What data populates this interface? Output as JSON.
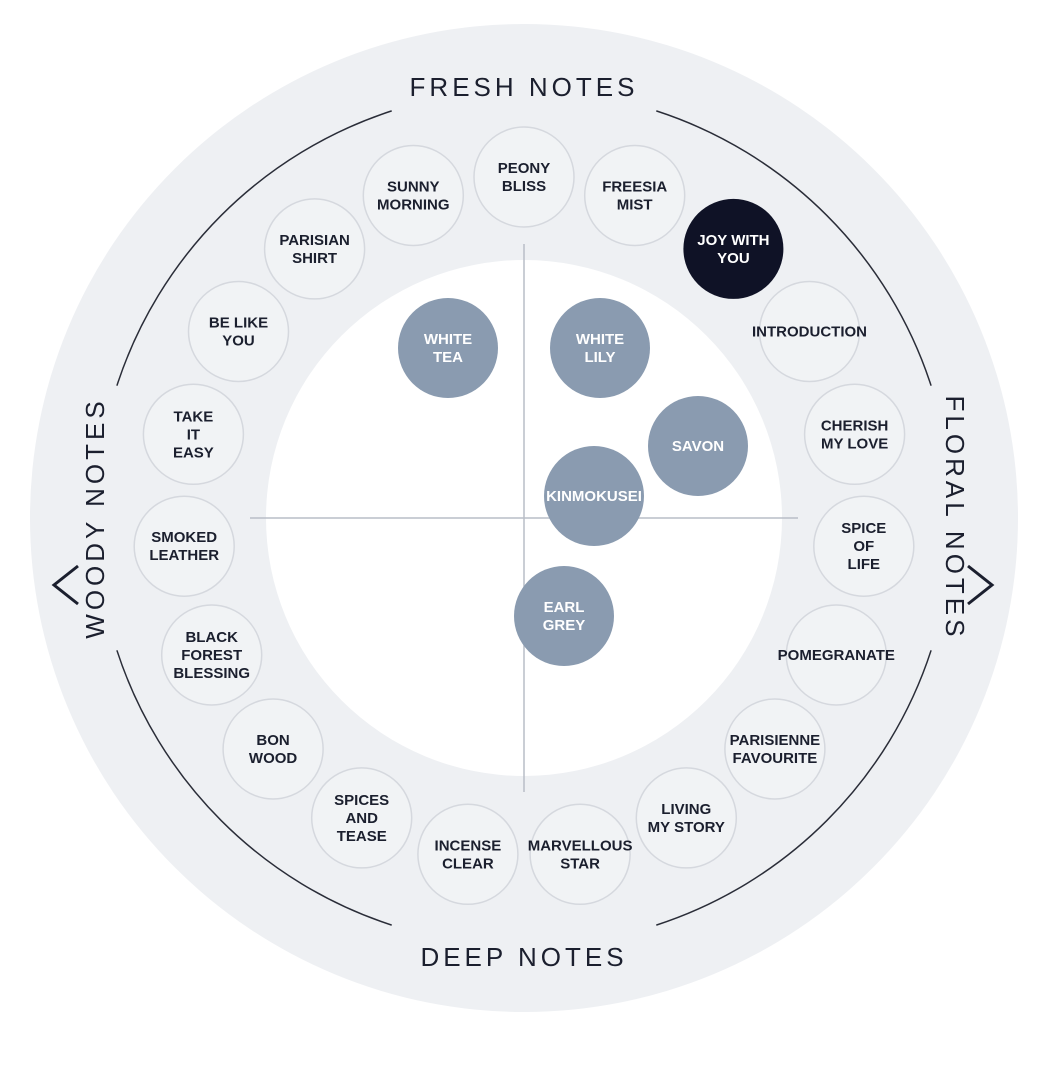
{
  "colors": {
    "ring_fill": "#eef0f3",
    "ring_line": "#2a2d38",
    "node_border": "#d5d8de",
    "node_fill": "#f1f3f5",
    "node_selected": "#0f1226",
    "inner_node": "#8a9bb0",
    "text_dark": "#1b1f2e",
    "axis": "#b9bec7"
  },
  "labels": {
    "top": "FRESH NOTES",
    "bottom": "DEEP NOTES",
    "left": "WOODY NOTES",
    "right": "FLORAL NOTES"
  },
  "nav": {
    "prev_icon": "chevron-left-icon",
    "next_icon": "chevron-right-icon"
  },
  "outer_nodes": [
    {
      "lines": [
        "PEONY",
        "BLISS"
      ],
      "selected": false
    },
    {
      "lines": [
        "FREESIA",
        "MIST"
      ],
      "selected": false
    },
    {
      "lines": [
        "JOY WITH",
        "YOU"
      ],
      "selected": true
    },
    {
      "lines": [
        "INTRODUCTION"
      ],
      "selected": false
    },
    {
      "lines": [
        "CHERISH",
        "MY LOVE"
      ],
      "selected": false
    },
    {
      "lines": [
        "SPICE",
        "OF",
        "LIFE"
      ],
      "selected": false
    },
    {
      "lines": [
        "POMEGRANATE"
      ],
      "selected": false
    },
    {
      "lines": [
        "PARISIENNE",
        "FAVOURITE"
      ],
      "selected": false
    },
    {
      "lines": [
        "LIVING",
        "MY STORY"
      ],
      "selected": false
    },
    {
      "lines": [
        "MARVELLOUS",
        "STAR"
      ],
      "selected": false
    },
    {
      "lines": [
        "INCENSE",
        "CLEAR"
      ],
      "selected": false
    },
    {
      "lines": [
        "SPICES",
        "AND",
        "TEASE"
      ],
      "selected": false
    },
    {
      "lines": [
        "BON",
        "WOOD"
      ],
      "selected": false
    },
    {
      "lines": [
        "BLACK",
        "FOREST",
        "BLESSING"
      ],
      "selected": false
    },
    {
      "lines": [
        "SMOKED",
        "LEATHER"
      ],
      "selected": false
    },
    {
      "lines": [
        "TAKE",
        "IT",
        "EASY"
      ],
      "selected": false
    },
    {
      "lines": [
        "BE LIKE",
        "YOU"
      ],
      "selected": false
    },
    {
      "lines": [
        "PARISIAN",
        "SHIRT"
      ],
      "selected": false
    },
    {
      "lines": [
        "SUNNY",
        "MORNING"
      ],
      "selected": false
    }
  ],
  "inner_nodes": [
    {
      "lines": [
        "WHITE",
        "TEA"
      ]
    },
    {
      "lines": [
        "WHITE",
        "LILY"
      ]
    },
    {
      "lines": [
        "SAVON"
      ]
    },
    {
      "lines": [
        "KINMOKUSEI"
      ]
    },
    {
      "lines": [
        "EARL",
        "GREY"
      ]
    }
  ]
}
